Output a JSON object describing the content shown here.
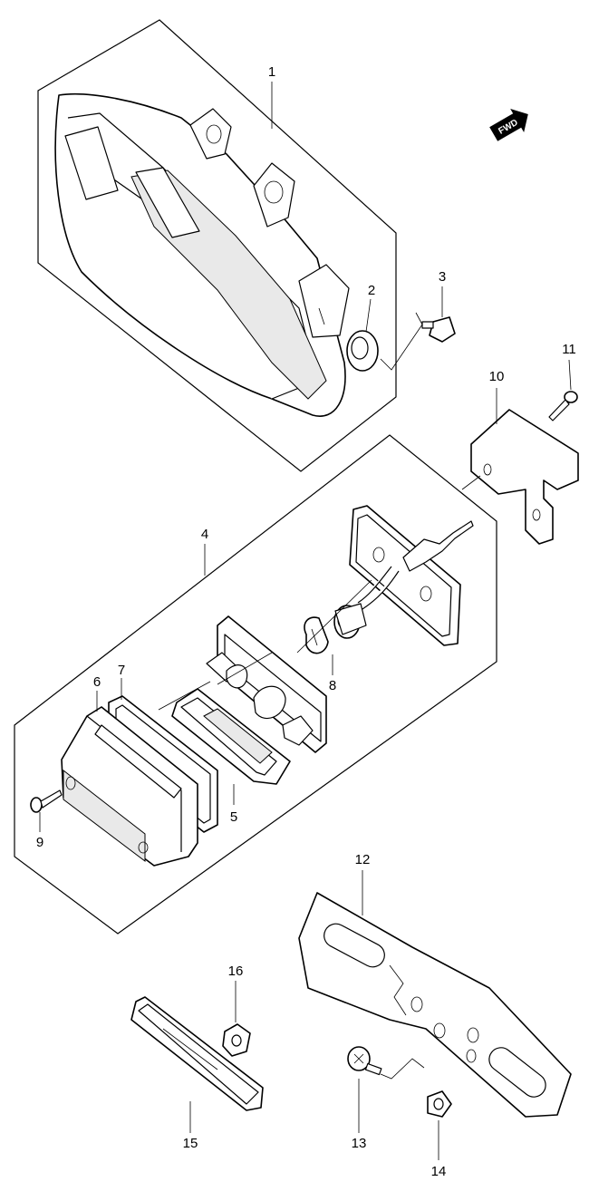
{
  "fwd_label": "FWD",
  "callouts": [
    "1",
    "2",
    "3",
    "4",
    "5",
    "6",
    "7",
    "8",
    "9",
    "10",
    "11",
    "12",
    "13",
    "14",
    "15",
    "16"
  ],
  "icon": "motorcycle-rear-lamp-exploded-view"
}
